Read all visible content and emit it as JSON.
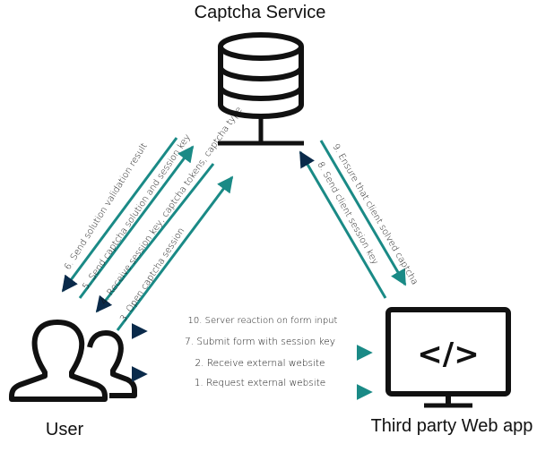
{
  "nodes": {
    "server": {
      "label": "Captcha Service"
    },
    "user": {
      "label": "User"
    },
    "webapp": {
      "label": "Third party Web app",
      "code_glyph": "</>"
    }
  },
  "edges": [
    {
      "id": "e1",
      "label": "1. Request external website",
      "from": "user",
      "to": "webapp"
    },
    {
      "id": "e2",
      "label": "2. Receive external website",
      "from": "webapp",
      "to": "user"
    },
    {
      "id": "e3",
      "label": "3. Open captcha session",
      "from": "user",
      "to": "server"
    },
    {
      "id": "e4",
      "label": "4. Receive session key, captcha tokens, captcha type",
      "from": "server",
      "to": "user"
    },
    {
      "id": "e5",
      "label": "5. Send captcha solution and session key",
      "from": "user",
      "to": "server"
    },
    {
      "id": "e6",
      "label": "6. Send solution validation result",
      "from": "server",
      "to": "user"
    },
    {
      "id": "e7",
      "label": "7. Submit form with session key",
      "from": "user",
      "to": "webapp"
    },
    {
      "id": "e8",
      "label": "8. Send client session key",
      "from": "webapp",
      "to": "server"
    },
    {
      "id": "e9",
      "label": "9. Ensure that client solved captcha",
      "from": "server",
      "to": "webapp"
    },
    {
      "id": "e10",
      "label": "10. Server reaction on form input",
      "from": "webapp",
      "to": "user"
    }
  ],
  "colors": {
    "arrow_start": "#0a2a4a",
    "arrow_end": "#1a8a86",
    "ink": "#111111"
  }
}
